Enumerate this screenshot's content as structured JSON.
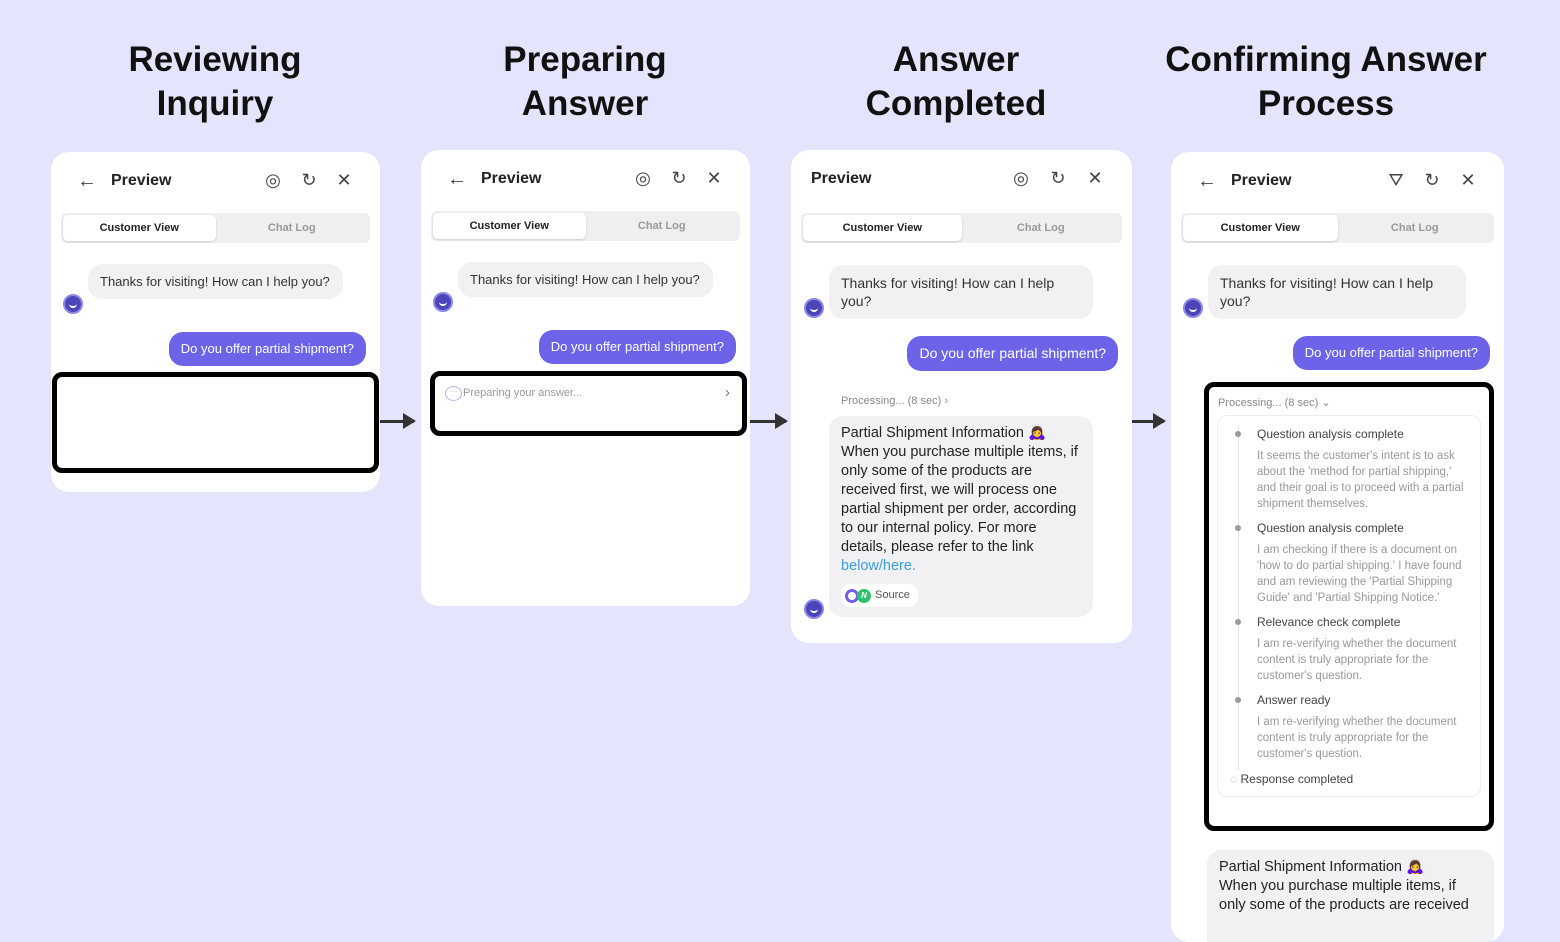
{
  "stages": [
    "Reviewing\nInquiry",
    "Preparing\nAnswer",
    "Answer\nCompleted",
    "Confirming Answer\nProcess"
  ],
  "panel": {
    "title": "Preview",
    "tab_customer": "Customer View",
    "tab_chatlog": "Chat Log",
    "bot_greeting": "Thanks for visiting! How can I help you?",
    "user_message": "Do you offer partial shipment?"
  },
  "preparing": "Preparing your answer...",
  "processing": "Processing... (8 sec)",
  "answer": {
    "title": "Partial Shipment Information 🙇‍♀️",
    "body": "When you purchase multiple items, if only some of the products are received first, we will process one partial shipment per order, according to our internal policy. For more details, please refer to the link ",
    "link": "below/here.",
    "source": "Source",
    "source_badge": "N",
    "body_partial": "When you purchase multiple items, if only some of the products are received"
  },
  "steps": [
    {
      "title": "Question analysis complete",
      "desc": "It seems the customer's intent is to ask about the 'method for partial shipping,' and their goal is to proceed with a partial shipment themselves."
    },
    {
      "title": "Question analysis complete",
      "desc": "I am checking if there is a document on 'how to do partial shipping.' I have found and am reviewing the 'Partial Shipping Guide' and 'Partial Shipping Notice.'"
    },
    {
      "title": "Relevance check complete",
      "desc": "I am re-verifying whether the document content is truly appropriate for the customer's question."
    },
    {
      "title": "Answer ready",
      "desc": "I am re-verifying whether the document content is truly appropriate for the customer's question."
    }
  ],
  "response_completed": "Response completed",
  "colors": {
    "accent": "#6c63e8",
    "background": "#e4e4fc"
  }
}
